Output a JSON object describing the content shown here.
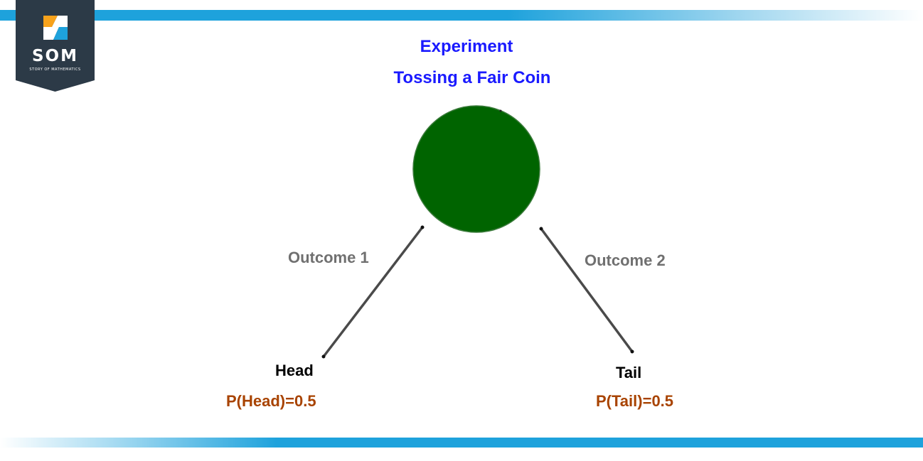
{
  "logo": {
    "name": "SOM",
    "tagline": "STORY OF MATHEMATICS"
  },
  "header": {
    "title": "Experiment",
    "subtitle": "Tossing a Fair Coin"
  },
  "diagram": {
    "root": {
      "fill": "#006400"
    },
    "branches": [
      {
        "label": "Outcome 1",
        "node": "Head",
        "probability": "P(Head)=0.5"
      },
      {
        "label": "Outcome 2",
        "node": "Tail",
        "probability": "P(Tail)=0.5"
      }
    ]
  },
  "colors": {
    "title": "#1a1aff",
    "outcome": "#707070",
    "probability": "#a84300",
    "band": "#1ea2dc",
    "logo_bg": "#2c3a47"
  }
}
